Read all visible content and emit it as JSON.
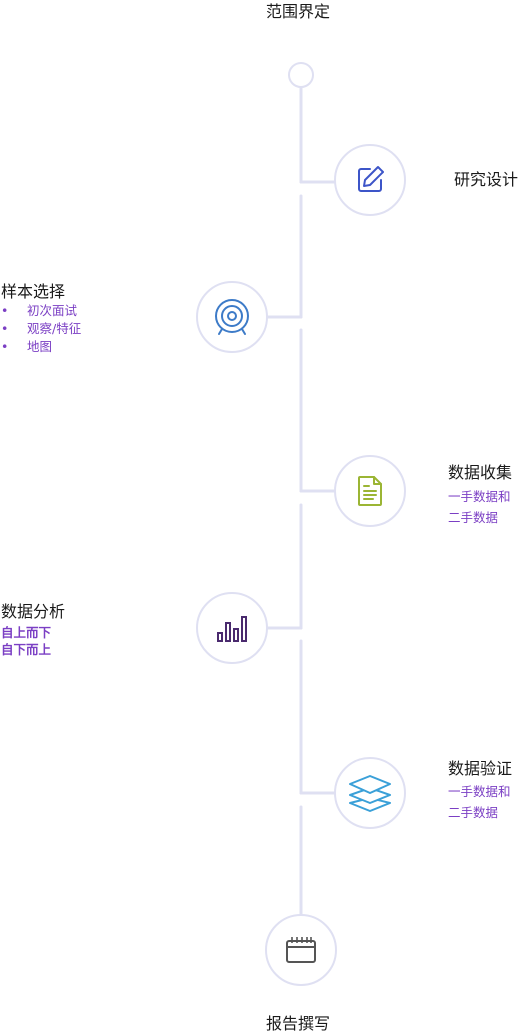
{
  "top_label": "范围界定",
  "bottom_label": "报告撰写",
  "steps": [
    {
      "title": "研究设计",
      "icon": "edit-icon"
    },
    {
      "title": "样本选择",
      "icon": "target-icon",
      "items": [
        "初次面试",
        "观察/特征",
        "地图"
      ]
    },
    {
      "title": "数据收集",
      "icon": "document-icon",
      "lines": [
        "一手数据和",
        "二手数据"
      ]
    },
    {
      "title": "数据分析",
      "icon": "bar-chart-icon",
      "lines": [
        "自上而下",
        "自下而上"
      ]
    },
    {
      "title": "数据验证",
      "icon": "layers-icon",
      "lines": [
        "一手数据和",
        "二手数据"
      ]
    },
    {
      "title": "",
      "icon": "calendar-icon"
    }
  ],
  "colors": {
    "line": "#dfe0f2",
    "accent_text": "#7b3fc4",
    "edit_icon": "#3d55c8",
    "target_icon": "#3d7bc8",
    "document_icon": "#9bb534",
    "chart_icon": "#4a2a6e",
    "layers_icon": "#3aa0d8",
    "calendar_icon": "#555555"
  }
}
